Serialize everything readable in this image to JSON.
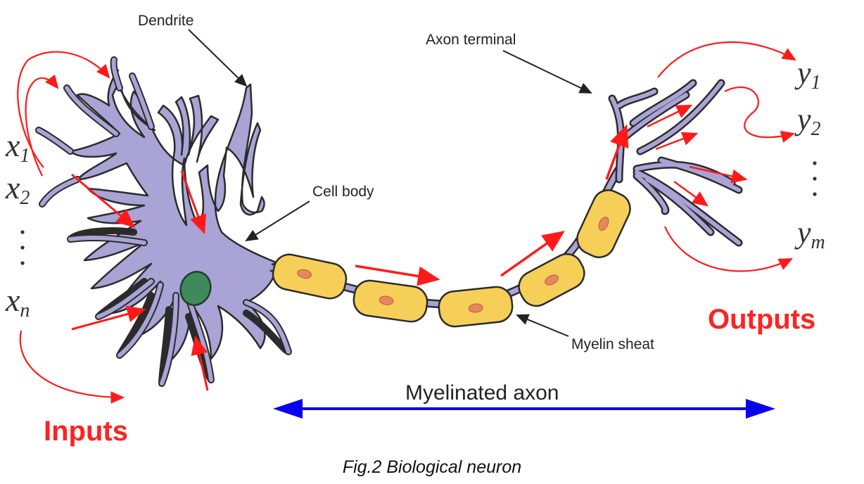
{
  "labels": {
    "dendrite": "Dendrite",
    "axon_terminal": "Axon terminal",
    "cell_body": "Cell body",
    "myelin_sheat": "Myelin sheat",
    "myelinated_axon": "Myelinated axon",
    "inputs": "Inputs",
    "outputs": "Outputs"
  },
  "inputs": {
    "x1": {
      "base": "x",
      "sub": "1"
    },
    "x2": {
      "base": "x",
      "sub": "2"
    },
    "xn": {
      "base": "x",
      "sub": "n"
    }
  },
  "outputs": {
    "y1": {
      "base": "y",
      "sub": "1"
    },
    "y2": {
      "base": "y",
      "sub": "2"
    },
    "ym": {
      "base": "y",
      "sub": "m"
    }
  },
  "caption": "Fig.2 Biological neuron",
  "colors": {
    "neuron": "#a9a3d6",
    "neuron_stroke": "#2b2b2b",
    "nucleus": "#3f8a5a",
    "myelin": "#f6cf58",
    "myelin_dot": "#e8875c",
    "signal_arrow": "#ff1a1a",
    "axon_span_arrow": "#0a00f0"
  }
}
